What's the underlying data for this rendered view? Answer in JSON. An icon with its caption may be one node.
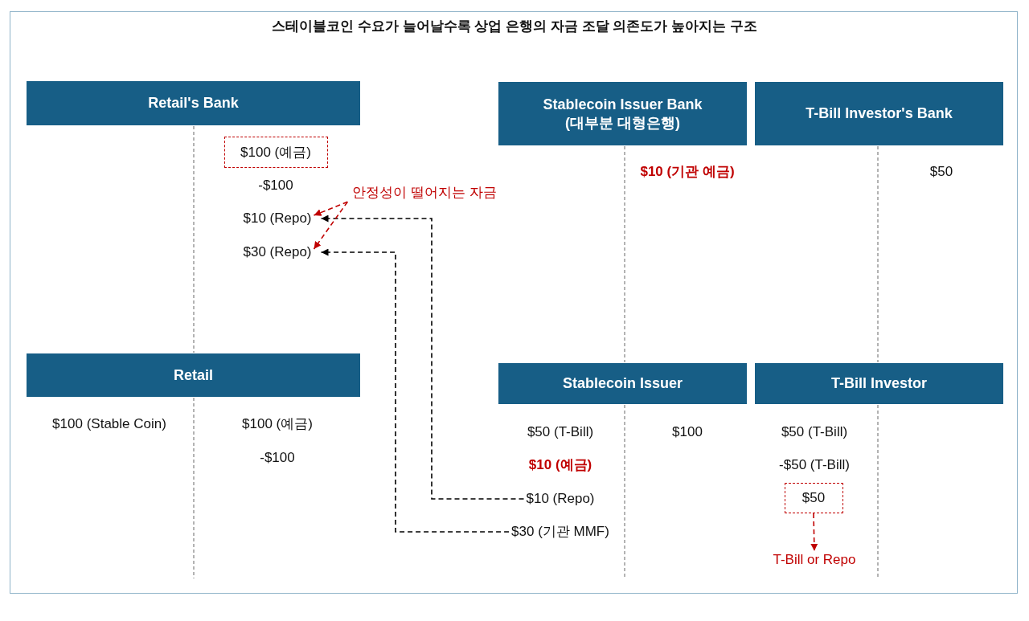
{
  "diagram": {
    "title": "스테이블코인 수요가 늘어날수록 상업 은행의 자금 조달 의존도가 높아지는 구조",
    "nodes": [
      {
        "text": [
          "Retail's Bank"
        ]
      },
      {
        "text": [
          "Stablecoin Issuer Bank (대부분 대형은행)"
        ]
      },
      {
        "text": [
          "T-Bill Investor's Bank"
        ]
      },
      {
        "text": [
          "$100 (예금)"
        ]
      },
      {
        "text": [
          "안정성이 떨어지는 자금"
        ]
      },
      {
        "text": [
          "$10 (Repo)"
        ]
      },
      {
        "text": [
          "$30 (Repo)"
        ]
      },
      {
        "text": [
          "Retail"
        ]
      },
      {
        "text": [
          "Stablecoin Issuer"
        ]
      },
      {
        "text": [
          "T-Bill Investor"
        ]
      },
      {
        "text": [
          "$10 (Repo)"
        ]
      },
      {
        "text": [
          "$50"
        ]
      },
      {
        "text": [
          "$30 (기관 MMF)"
        ]
      },
      {
        "text": [
          "T-Bill or Repo"
        ]
      }
    ],
    "edges": [
      {
        "from": 10,
        "to": 5,
        "arrow": "to",
        "style": "dashed",
        "color": "#000000"
      },
      {
        "from": 12,
        "to": 6,
        "arrow": "to",
        "style": "dashed",
        "color": "#000000"
      },
      {
        "from": 4,
        "to": 5,
        "arrow": "to",
        "style": "dashed",
        "color": "#c00000"
      },
      {
        "from": 4,
        "to": 6,
        "arrow": "to",
        "style": "dashed",
        "color": "#c00000"
      },
      {
        "from": 11,
        "to": 13,
        "arrow": "to",
        "style": "dashed",
        "color": "#c00000"
      }
    ],
    "labels": [
      "$10 (기관 예금)",
      "$50",
      "-$100",
      "$100 (Stable Coin)",
      "$100 (예금)",
      "$50 (T-Bill)",
      "$100",
      "$50 (T-Bill)",
      "-$100",
      "$10 (예금)",
      "-$50 (T-Bill)"
    ]
  }
}
